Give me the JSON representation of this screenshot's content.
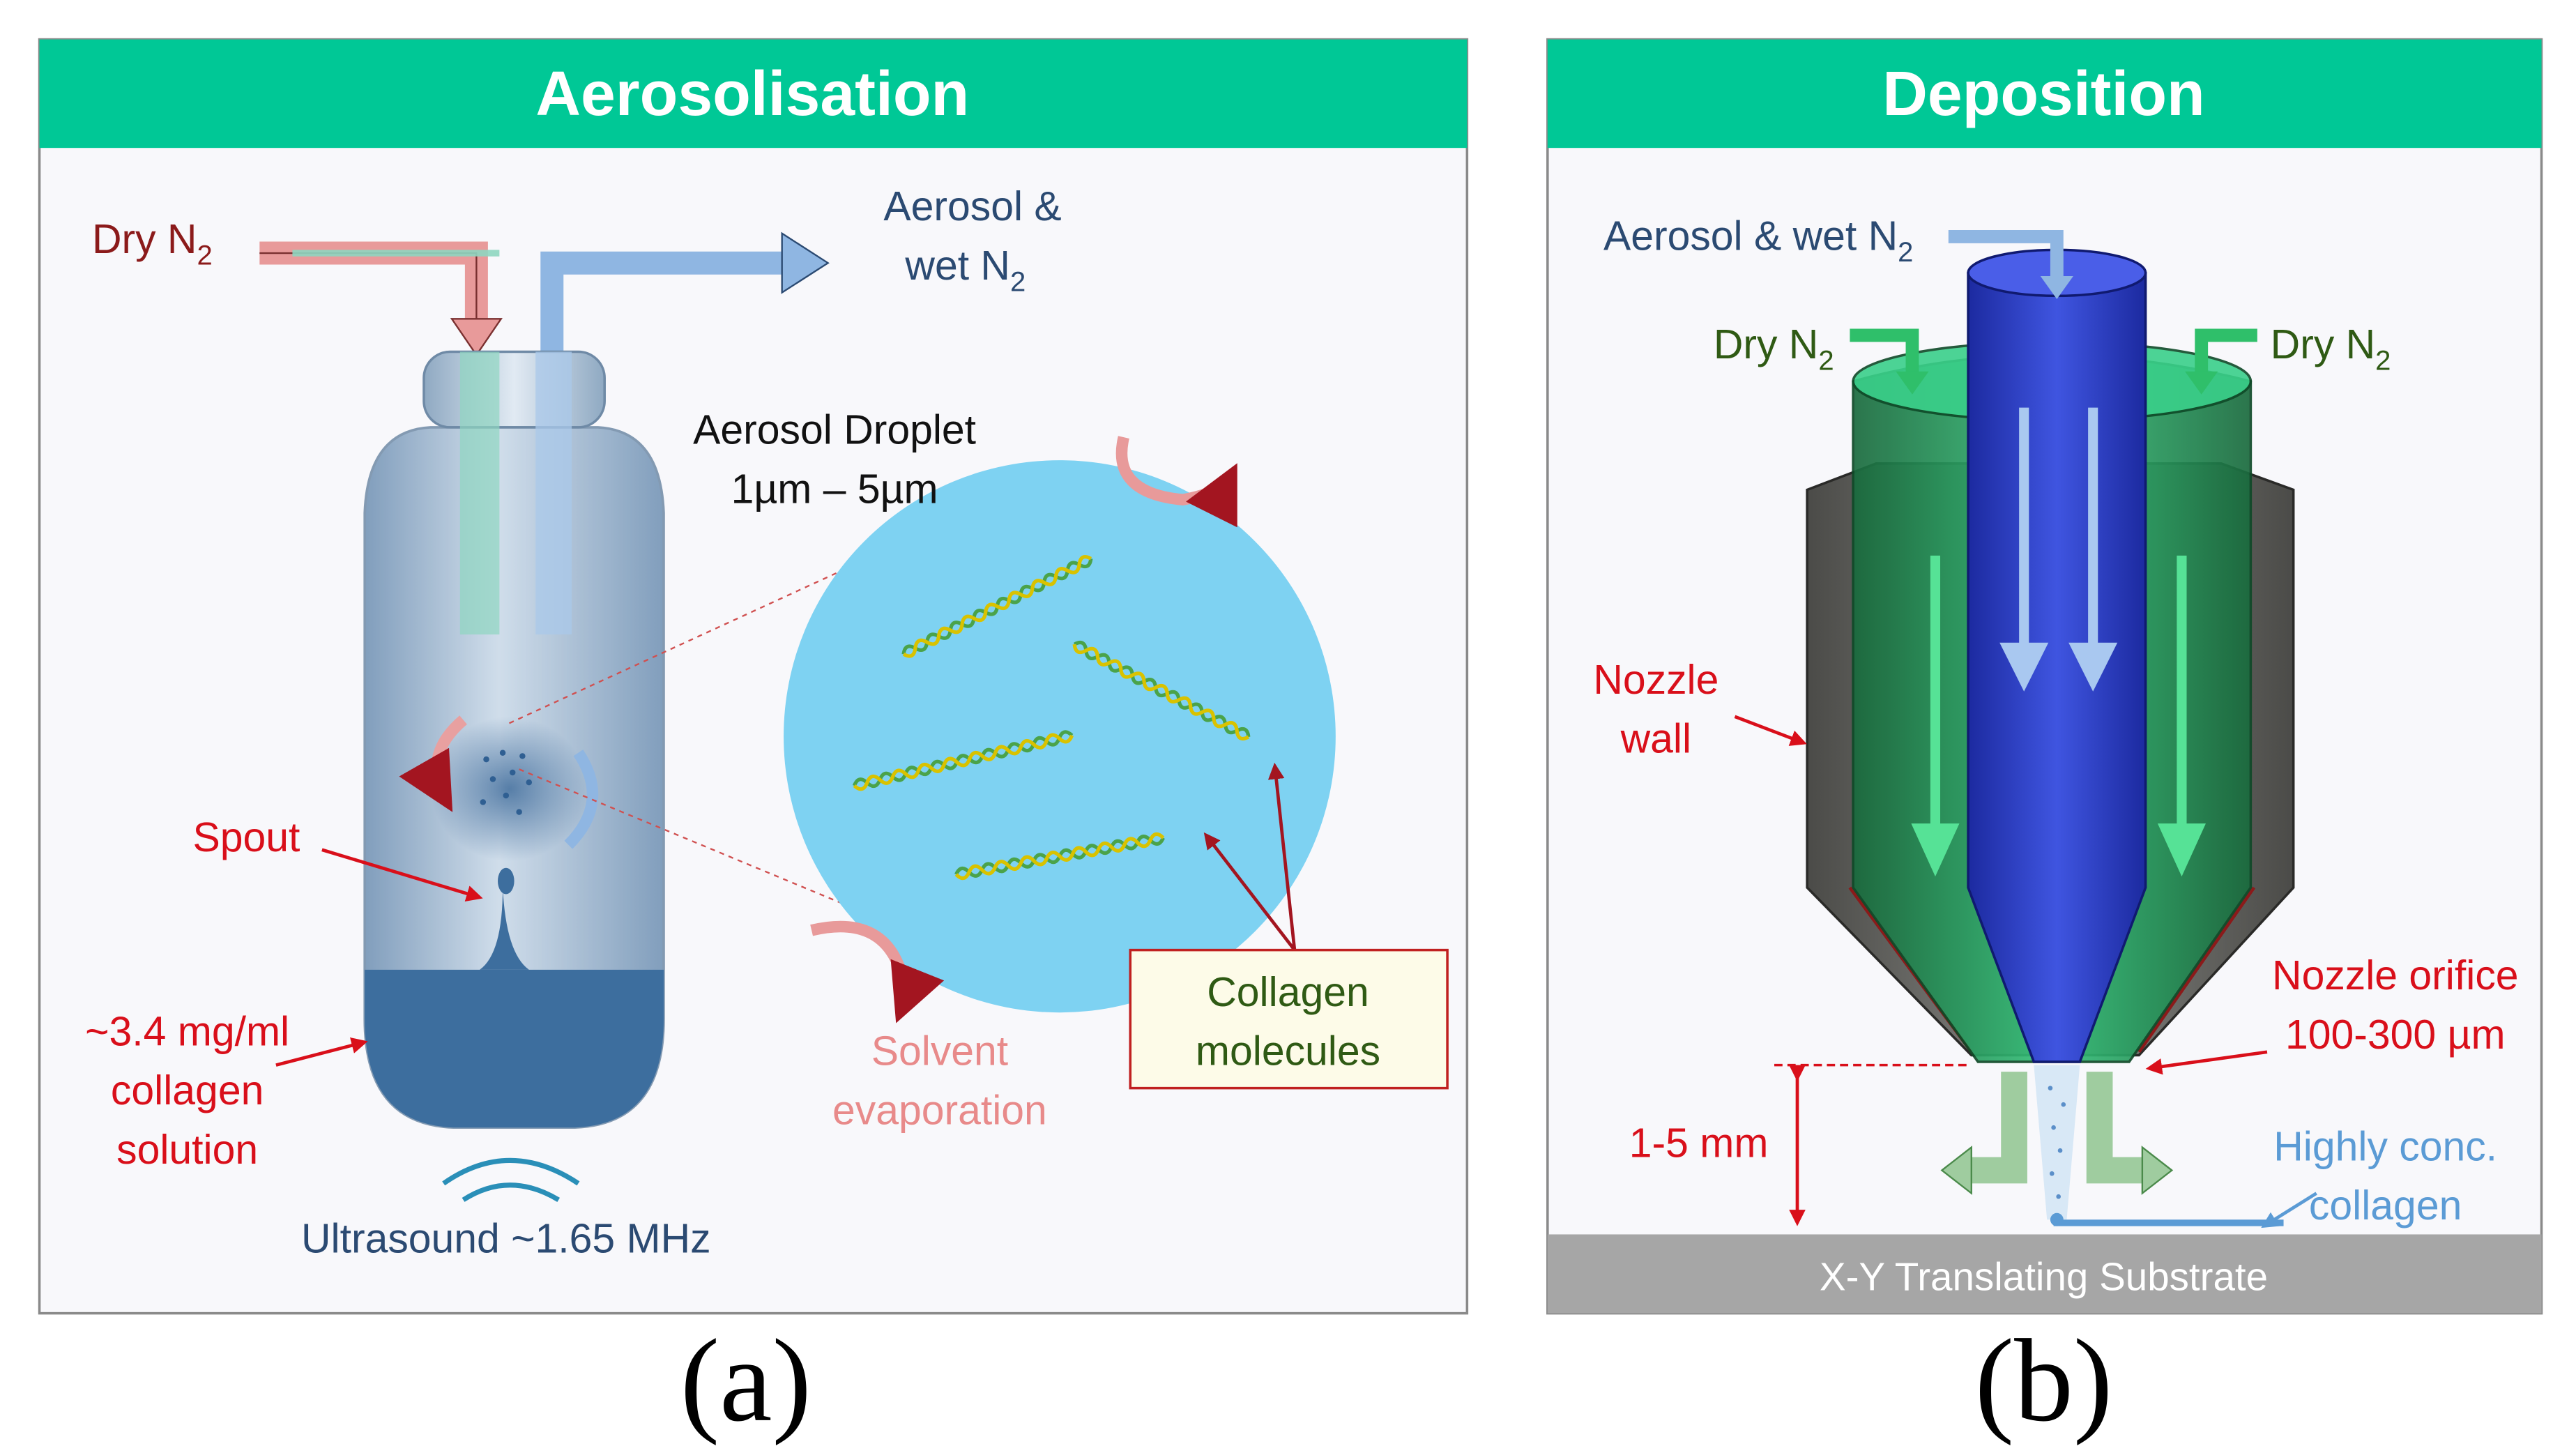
{
  "panel_a": {
    "title": "Aerosolisation",
    "dry_n2": "Dry N",
    "dry_n2_sub": "2",
    "aerosol_wet_line1": "Aerosol &",
    "aerosol_wet_line2": "wet N",
    "aerosol_wet_sub": "2",
    "droplet_line1": "Aerosol Droplet",
    "droplet_line2": "1µm – 5µm",
    "spout": "Spout",
    "solution_line1": "~3.4 mg/ml",
    "solution_line2": "collagen",
    "solution_line3": "solution",
    "ultrasound": "Ultrasound ~1.65 MHz",
    "evap_line1": "Solvent",
    "evap_line2": "evaporation",
    "collagen_line1": "Collagen",
    "collagen_line2": "molecules",
    "caption": "(a)"
  },
  "panel_b": {
    "title": "Deposition",
    "aerosol_wet": "Aerosol & wet N",
    "aerosol_wet_sub": "2",
    "dry_left": "Dry N",
    "dry_left_sub": "2",
    "dry_right": "Dry N",
    "dry_right_sub": "2",
    "wall_line1": "Nozzle",
    "wall_line2": "wall",
    "orifice_line1": "Nozzle orifice",
    "orifice_line2": "100-300 µm",
    "gap": "1-5 mm",
    "conc_line1": "Highly conc.",
    "conc_line2": "collagen",
    "substrate": "X-Y Translating Substrate",
    "caption": "(b)"
  },
  "colors": {
    "header_green": "#00c896",
    "panel_bg": "#f8f8fb",
    "label_red": "#d90f1a",
    "label_dark_red": "#8b1a1a",
    "label_navy": "#2b4a72",
    "label_blue_light": "#5b9bd5",
    "label_dark_green": "#2f5a14",
    "evap_pink": "#e88a8a",
    "droplet_blue": "#7ed2f2",
    "nozzle_green": "#1f9a5a",
    "nozzle_blue": "#3344cc",
    "nozzle_wall": "#6b6b68",
    "substrate_grey": "#a6a6a6"
  }
}
